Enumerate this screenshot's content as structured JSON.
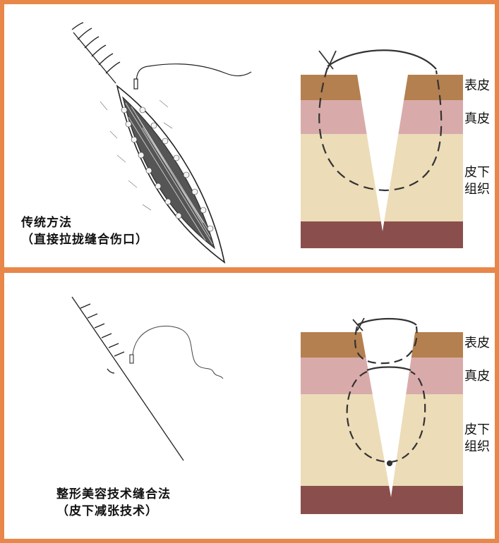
{
  "colors": {
    "frame": "#e8874a",
    "epidermis": "#b5804f",
    "dermis": "#d8abaa",
    "subcutaneous": "#ecdcb8",
    "muscle": "#8a4f4c",
    "suture": "#333333"
  },
  "top": {
    "caption_line1": "传统方法",
    "caption_line2": "（直接拉拢缝合伤口）",
    "label_epidermis": "表皮",
    "label_dermis": "真皮",
    "label_sub_line1": "皮下",
    "label_sub_line2": "组织"
  },
  "bottom": {
    "caption_line1": "整形美容技术缝合法",
    "caption_line2": "（皮下减张技术）",
    "label_epidermis": "表皮",
    "label_dermis": "真皮",
    "label_sub_line1": "皮下",
    "label_sub_line2": "组织"
  }
}
